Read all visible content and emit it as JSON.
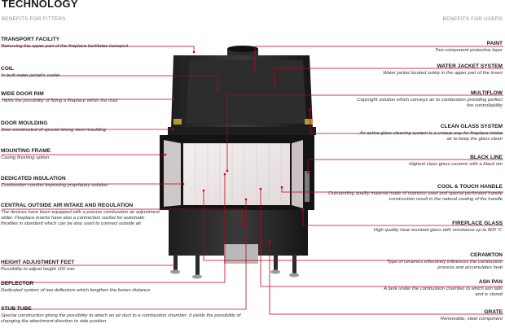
{
  "title": "TECHNOLOGY",
  "left_subtitle": "BENEFITS FOR FITTERS",
  "right_subtitle": "BENEFITS FOR USERS",
  "accent_color": "#c0001f",
  "left_features": [
    {
      "title": "TRANSPORT FACILITY",
      "desc": "Removing the upper part of the fireplace facilitates transport"
    },
    {
      "title": "COIL",
      "desc": "In-built water jacket's cooler"
    },
    {
      "title": "WIDE DOOR RIM",
      "desc": "Yields the possibility of fitting a fireplace within the door"
    },
    {
      "title": "DOOR MOULDING",
      "desc": "Door constructed of special strong steel moulding"
    },
    {
      "title": "MOUNTING FRAME",
      "desc": "Casing finishing option"
    },
    {
      "title": "DEDICATED INSULATION",
      "desc": "Combustion comfort improving proprietary solution"
    },
    {
      "title": "CENTRAL OUTSIDE AIR INTAKE AND REGULATION",
      "desc": "The devices have been equipped with a precise combustion air adjustment slider. Fireplace inserts have also a connection socket for automatic throttles in standard which can be also used to connect outside air."
    },
    {
      "title": "HEIGHT ADJUSTMENT FEET",
      "desc": "Possibility to adjust height 100 mm"
    },
    {
      "title": "DEFLECTOR",
      "desc": "Dedicated system of two deflectors  which  lengthen the fumes distance"
    },
    {
      "title": "STUB TUBE",
      "desc": "Special construction giving the possibility to attach  an air duct to a combustion chamber. It yields the possibility of changing the attachment direction to side position"
    }
  ],
  "right_features": [
    {
      "title": "PAINT",
      "desc": "Two component protective layer"
    },
    {
      "title": "WATER JACKET SYSTEM",
      "desc": "Water jacket located solely in the upper part of the insert"
    },
    {
      "title": "MULTIFLOW",
      "desc": "Copyright solution which conveys air to combustion providing perfect fire controllability"
    },
    {
      "title": "CLEAN GLASS SYSTEM",
      "desc": "An active glass cleaning system is a unique way for fireplace intake air to keep the glass clean"
    },
    {
      "title": "BLACK LINE",
      "desc": "Highest class glass ceramic with a black rim"
    },
    {
      "title": "COOL & TOUCH HANDLE",
      "desc": "Outstanding quality material made of stainless steel and special perforated handle construction result in the natural cooling of the handle"
    },
    {
      "title": "FIREPLACE GLASS",
      "desc": "High quality heat resistant glass with resistance up to 800 °C"
    },
    {
      "title": "CERAMITON",
      "desc": "Type of ceramics effectively influences the combustion process and accumulates heat"
    },
    {
      "title": "ASH PAN",
      "desc": "A tank under the combustion chamber to which ash falls and is stored"
    },
    {
      "title": "GRATE",
      "desc": "Removable, steel component"
    }
  ]
}
